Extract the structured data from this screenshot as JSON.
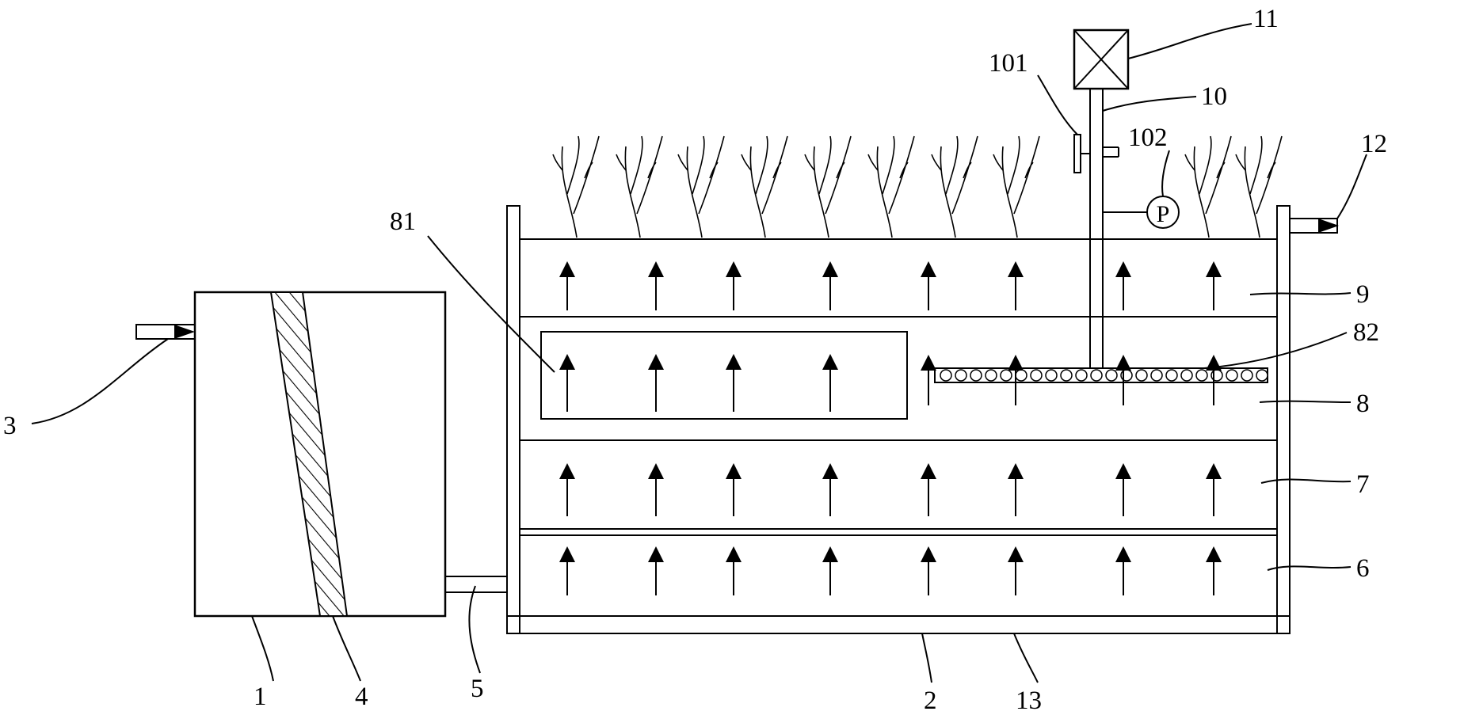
{
  "labels": {
    "n1": "1",
    "n2": "2",
    "n3": "3",
    "n4": "4",
    "n5": "5",
    "n6": "6",
    "n7": "7",
    "n8": "8",
    "n9": "9",
    "n10": "10",
    "n11": "11",
    "n12": "12",
    "n13": "13",
    "n81": "81",
    "n82": "82",
    "n101": "101",
    "n102": "102",
    "pump": "P"
  }
}
